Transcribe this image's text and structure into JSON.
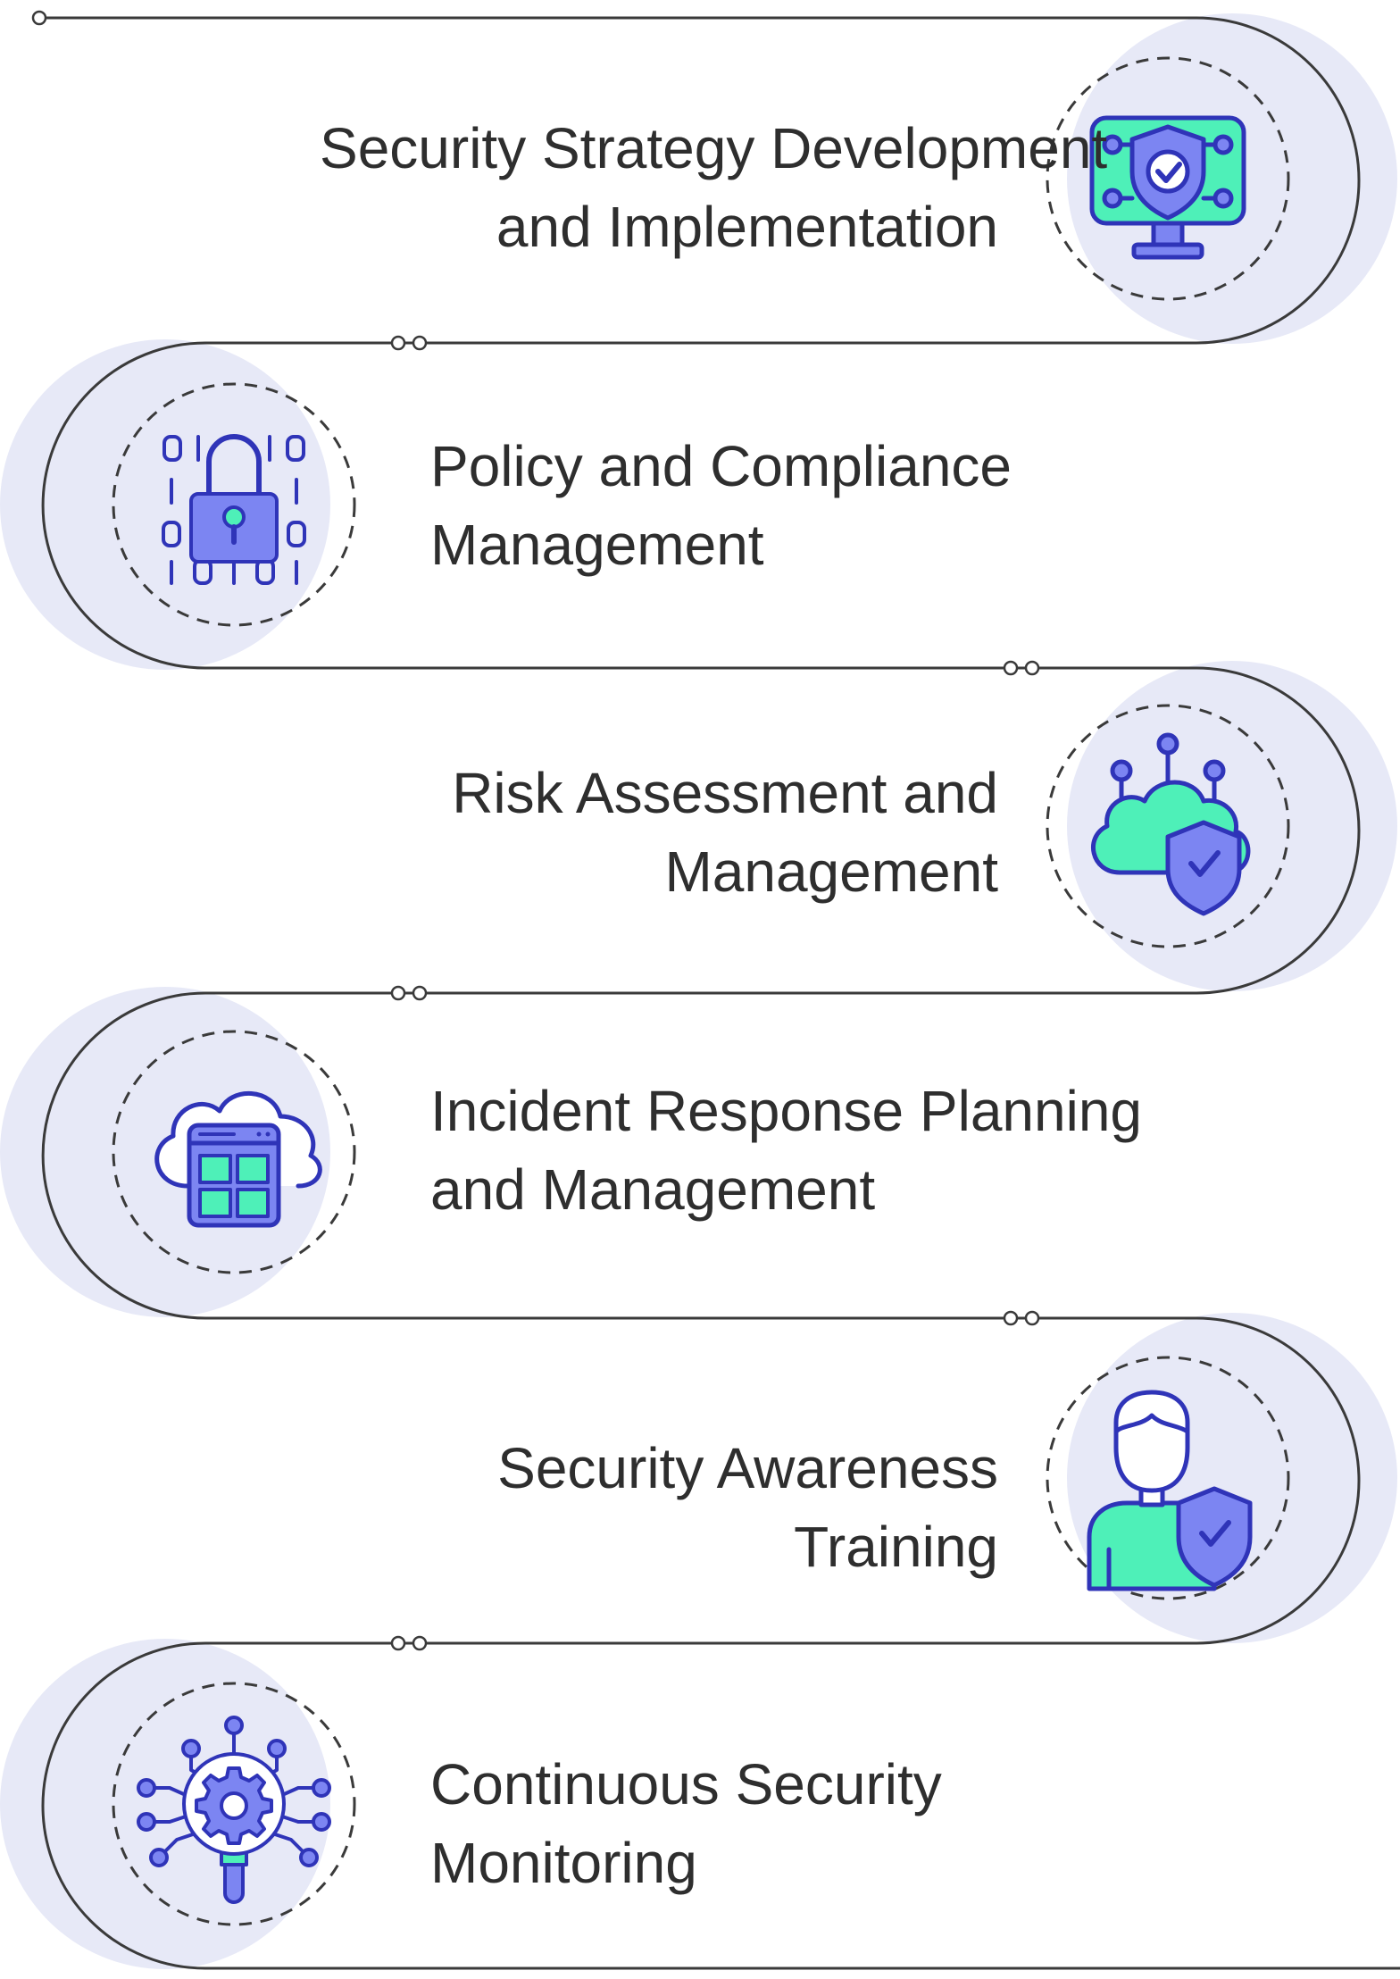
{
  "steps": [
    {
      "line1": "Security Strategy Development",
      "line2": "and Implementation",
      "icon": "monitor-shield-icon"
    },
    {
      "line1": "Policy and Compliance",
      "line2": "Management",
      "icon": "binary-lock-icon"
    },
    {
      "line1": "Risk Assessment and",
      "line2": "Management",
      "icon": "cloud-shield-icon"
    },
    {
      "line1": "Incident Response Planning",
      "line2": "and Management",
      "icon": "cloud-dashboard-icon"
    },
    {
      "line1": "Security Awareness",
      "line2": "Training",
      "icon": "user-shield-icon"
    },
    {
      "line1": "Continuous Security",
      "line2": "Monitoring",
      "icon": "gear-network-icon"
    }
  ],
  "colors": {
    "accent_green": "#4ef0b8",
    "accent_blue": "#7c85f2",
    "outline": "#2f34b8",
    "blob": "#e7e9f7",
    "path": "#3a3a3a",
    "text": "#2e2e2e"
  }
}
